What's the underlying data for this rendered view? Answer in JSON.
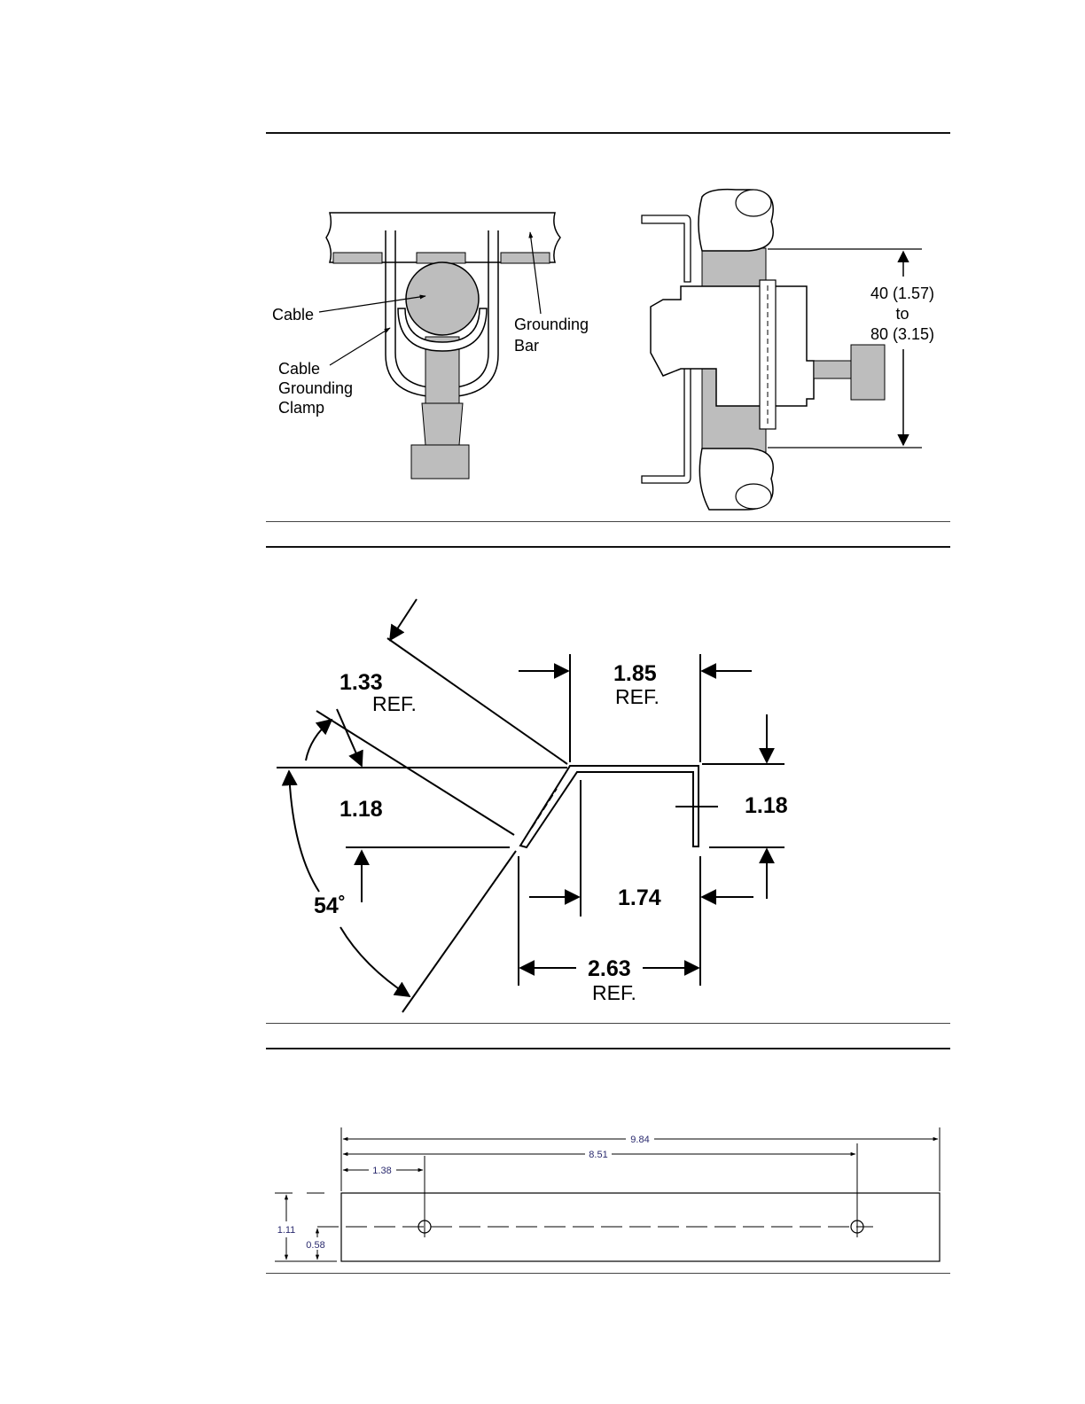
{
  "figure1": {
    "labels": {
      "cable": "Cable",
      "grounding_bar_line1": "Grounding",
      "grounding_bar_line2": "Bar",
      "clamp_line1": "Cable",
      "clamp_line2": "Grounding",
      "clamp_line3": "Clamp",
      "range_line1": "40 (1.57)",
      "range_line2": "to",
      "range_line3": "80 (3.15)"
    }
  },
  "figure2": {
    "dims": {
      "d133": "1.33",
      "d133_ref": "REF.",
      "d185": "1.85",
      "d185_ref": "REF.",
      "d118_left": "1.18",
      "d118_right": "1.18",
      "angle": "54˚",
      "d174": "1.74",
      "d263": "2.63",
      "d263_ref": "REF."
    }
  },
  "figure3": {
    "dims": {
      "d984": "9.84",
      "d851": "8.51",
      "d138": "1.38",
      "d111": "1.11",
      "d058": "0.58"
    }
  },
  "colors": {
    "gray_fill": "#bdbdbd",
    "line": "#000000",
    "dim_blue": "#2a2a6e"
  }
}
